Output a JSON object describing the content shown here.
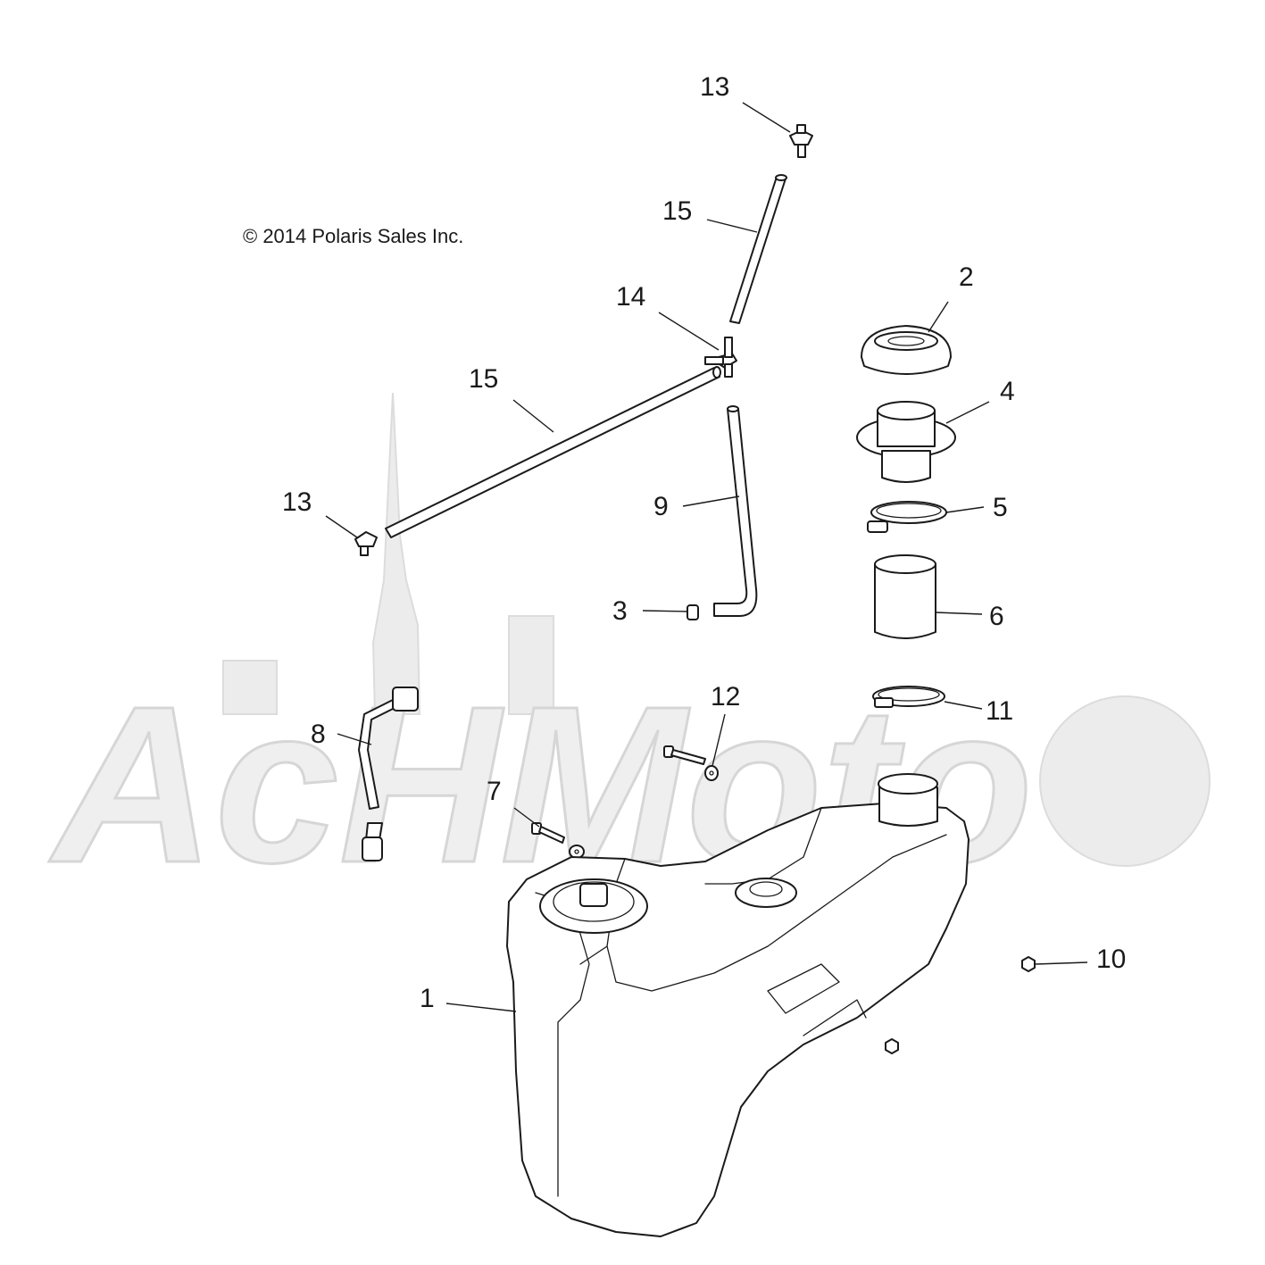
{
  "copyright": "© 2014 Polaris Sales Inc.",
  "watermark_text": "AcHMoto",
  "callouts": [
    {
      "id": "c13a",
      "label": "13"
    },
    {
      "id": "c15a",
      "label": "15"
    },
    {
      "id": "c2",
      "label": "2"
    },
    {
      "id": "c14",
      "label": "14"
    },
    {
      "id": "c4",
      "label": "4"
    },
    {
      "id": "c15b",
      "label": "15"
    },
    {
      "id": "c13b",
      "label": "13"
    },
    {
      "id": "c9",
      "label": "9"
    },
    {
      "id": "c5",
      "label": "5"
    },
    {
      "id": "c3",
      "label": "3"
    },
    {
      "id": "c6",
      "label": "6"
    },
    {
      "id": "c12",
      "label": "12"
    },
    {
      "id": "c11",
      "label": "11"
    },
    {
      "id": "c8",
      "label": "8"
    },
    {
      "id": "c7",
      "label": "7"
    },
    {
      "id": "c10",
      "label": "10"
    },
    {
      "id": "c1",
      "label": "1"
    }
  ]
}
